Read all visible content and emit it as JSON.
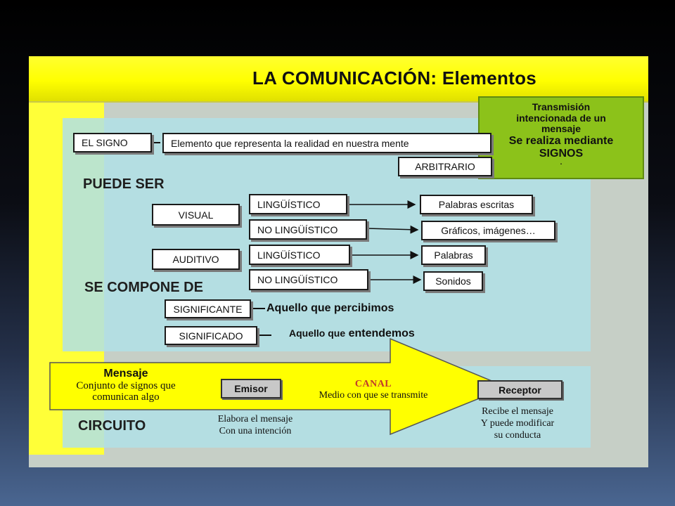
{
  "title": "LA COMUNICACIÓN: Elementos",
  "note": {
    "line1": "Transmisión",
    "line2": "intencionada de un",
    "line3": "mensaje",
    "line4": "Se realiza mediante",
    "line5": "SIGNOS",
    "line6": "."
  },
  "signo": {
    "label": "EL SIGNO",
    "definition": "Elemento que representa la realidad en nuestra mente",
    "quality": "ARBITRARIO"
  },
  "puede_ser": {
    "heading": "PUEDE SER",
    "visual": "VISUAL",
    "auditivo": "AUDITIVO",
    "visual_ling": "LINGÜÍSTICO",
    "visual_noling": "NO LINGÜÍSTICO",
    "aud_ling": "LINGÜÍSTICO",
    "aud_noling": "NO LINGÜÍSTICO",
    "palabras_escritas": "Palabras escritas",
    "graficos": "Gráficos, imágenes…",
    "palabras": "Palabras",
    "sonidos": "Sonidos"
  },
  "se_compone": {
    "heading": "SE COMPONE DE",
    "significante": "SIGNIFICANTE",
    "significante_def": "Aquello que percibimos",
    "significado": "SIGNIFICADO",
    "significado_def_1": "Aquello que",
    "significado_def_2": "entendemos"
  },
  "circuito": {
    "heading": "CIRCUITO",
    "mensaje_title": "Mensaje",
    "mensaje_desc_1": "Conjunto de signos que",
    "mensaje_desc_2": "comunican algo",
    "emisor": "Emisor",
    "emisor_desc_1": "Elabora el mensaje",
    "emisor_desc_2": "Con una intención",
    "canal": "CANAL",
    "canal_desc": "Medio con que se  transmite",
    "receptor": "Receptor",
    "receptor_desc_1": "Recibe el mensaje",
    "receptor_desc_2": "Y puede modificar",
    "receptor_desc_3": "su conducta"
  },
  "colors": {
    "yellow": "#ffff00",
    "panel": "#b0e0e6",
    "note_green": "#8cc21a",
    "canal_red": "#c0392b"
  }
}
